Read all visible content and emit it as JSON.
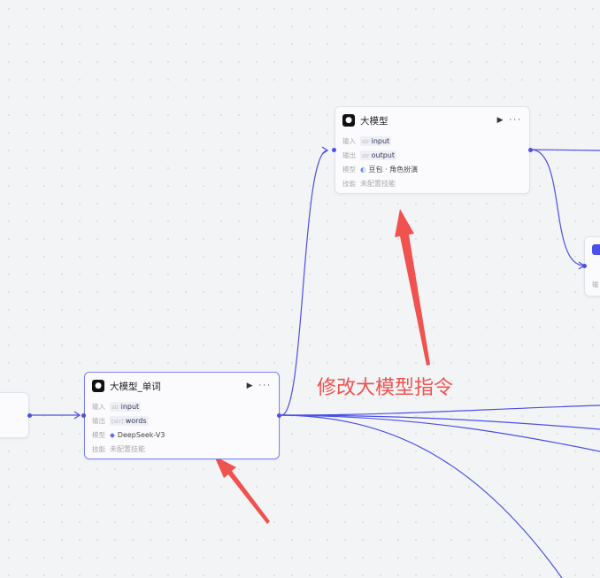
{
  "annotation": "修改大模型指令",
  "nodes": [
    {
      "title": "大模型",
      "input_label": "输入",
      "input_type": "str",
      "input": "input",
      "output_label": "输出",
      "output_type": "str",
      "output": "output",
      "model_label": "模型",
      "model": "豆包 · 角色扮演",
      "skill_label": "技能",
      "skill": "未配置技能"
    },
    {
      "title": "大模型_单词",
      "input_label": "输入",
      "input_type": "str",
      "input": "input",
      "output_label": "输出",
      "output_type": "[str]",
      "output": "words",
      "model_label": "模型",
      "model": "DeepSeek-V3",
      "skill_label": "技能",
      "skill": "未配置技能"
    }
  ],
  "partial_right_label": "输",
  "colors": {
    "edge": "#4b50e6",
    "annotation": "#f0524f"
  }
}
